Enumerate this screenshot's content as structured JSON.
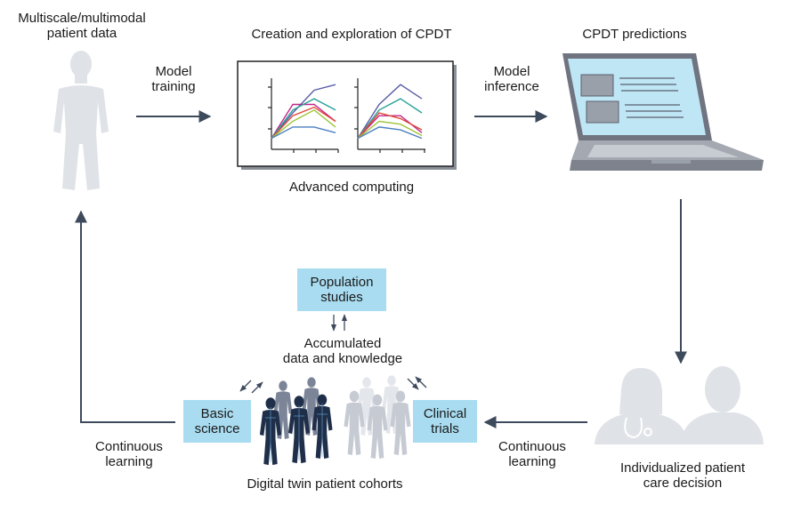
{
  "labels": {
    "patient_data": [
      "Multiscale/multimodal",
      "patient data"
    ],
    "model_training": [
      "Model",
      "training"
    ],
    "creation_title": "Creation and exploration of CPDT",
    "advanced_computing": "Advanced computing",
    "model_inference": [
      "Model",
      "inference"
    ],
    "cpdt_predictions": "CPDT predictions",
    "population_studies": [
      "Population",
      "studies"
    ],
    "accumulated": [
      "Accumulated",
      "data and knowledge"
    ],
    "basic_science": [
      "Basic",
      "science"
    ],
    "clinical_trials": [
      "Clinical",
      "trials"
    ],
    "continuous_learning_left": [
      "Continuous",
      "learning"
    ],
    "continuous_learning_right": [
      "Continuous",
      "learning"
    ],
    "digital_twin_cohorts": "Digital twin patient cohorts",
    "care_decision": [
      "Individualized patient",
      "care decision"
    ]
  },
  "colors": {
    "arrow": "#3d4a5c",
    "box_fill": "#a9dcf0",
    "silhouette_light": "#dfe2e7",
    "laptop_screen": "#bfe6f5",
    "twin_dark": "#1f2f4a",
    "twin_light": "#c6cad3"
  },
  "chart_data": [
    {
      "type": "line",
      "series": [
        {
          "color": "#5b5ea6",
          "values": [
            1,
            5.5,
            9.5,
            10.5
          ]
        },
        {
          "color": "#c0278c",
          "values": [
            1,
            7,
            7,
            4
          ]
        },
        {
          "color": "#2aa198",
          "values": [
            1,
            6,
            8,
            6
          ]
        },
        {
          "color": "#e04a3a",
          "values": [
            1,
            5,
            6.5,
            4
          ]
        },
        {
          "color": "#9fc53a",
          "values": [
            1,
            4,
            6,
            3
          ]
        },
        {
          "color": "#4a7fc1",
          "values": [
            1,
            3,
            3,
            2
          ]
        }
      ]
    },
    {
      "type": "line",
      "series": [
        {
          "color": "#5b5ea6",
          "values": [
            1,
            7,
            10.5,
            8
          ]
        },
        {
          "color": "#2aa198",
          "values": [
            1,
            6,
            8,
            5.5
          ]
        },
        {
          "color": "#c0278c",
          "values": [
            1,
            5,
            5,
            2
          ]
        },
        {
          "color": "#e04a3a",
          "values": [
            1,
            5.5,
            4.5,
            2.5
          ]
        },
        {
          "color": "#9fc53a",
          "values": [
            1,
            4,
            3.5,
            1.5
          ]
        },
        {
          "color": "#4a7fc1",
          "values": [
            1,
            3,
            2.5,
            1
          ]
        }
      ]
    }
  ]
}
